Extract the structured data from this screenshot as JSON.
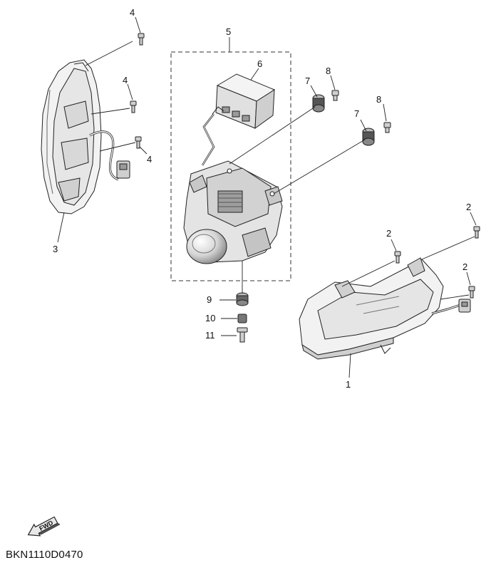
{
  "callouts": [
    {
      "id": "c4a",
      "label": "4"
    },
    {
      "id": "c4b",
      "label": "4"
    },
    {
      "id": "c4c",
      "label": "4"
    },
    {
      "id": "c3",
      "label": "3"
    },
    {
      "id": "c5",
      "label": "5"
    },
    {
      "id": "c6",
      "label": "6"
    },
    {
      "id": "c7a",
      "label": "7"
    },
    {
      "id": "c8a",
      "label": "8"
    },
    {
      "id": "c7b",
      "label": "7"
    },
    {
      "id": "c8b",
      "label": "8"
    },
    {
      "id": "c9",
      "label": "9"
    },
    {
      "id": "c10",
      "label": "10"
    },
    {
      "id": "c11",
      "label": "11"
    },
    {
      "id": "c2a",
      "label": "2"
    },
    {
      "id": "c2b",
      "label": "2"
    },
    {
      "id": "c2c",
      "label": "2"
    },
    {
      "id": "c1",
      "label": "1"
    }
  ],
  "fwd_label": "FWD",
  "diagram_code": "BKN1110D0470",
  "colors": {
    "line": "#222222",
    "fill": "#f2f2f2",
    "shade": "#bdbdbd",
    "dark": "#555555"
  }
}
